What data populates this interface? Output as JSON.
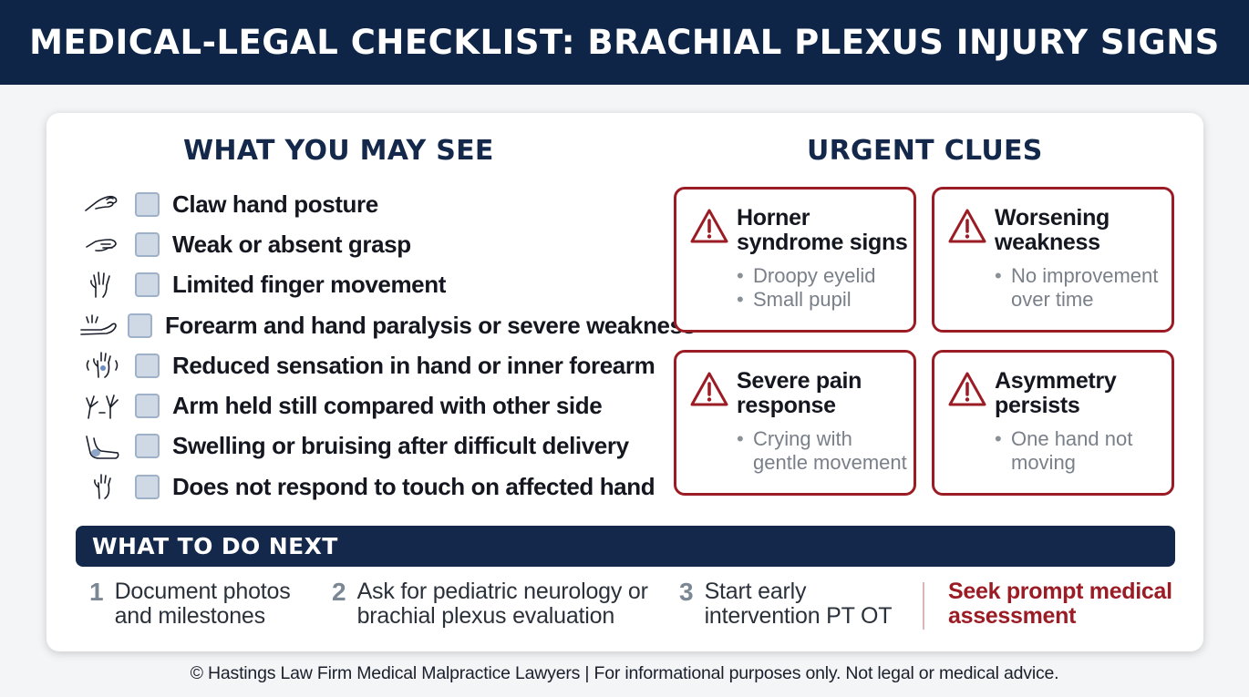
{
  "header": {
    "title": "MEDICAL-LEGAL CHECKLIST: BRACHIAL PLEXUS INJURY SIGNS"
  },
  "left": {
    "title": "WHAT YOU MAY SEE",
    "items": [
      {
        "icon": "claw-hand-icon",
        "label": "Claw hand posture"
      },
      {
        "icon": "weak-grasp-icon",
        "label": "Weak or absent grasp"
      },
      {
        "icon": "finger-movement-icon",
        "label": "Limited finger movement"
      },
      {
        "icon": "arm-paralysis-icon",
        "label": "Forearm and hand paralysis or severe weakness"
      },
      {
        "icon": "sensation-hand-icon",
        "label": "Reduced sensation in hand or inner forearm"
      },
      {
        "icon": "arms-comparison-icon",
        "label": "Arm held still compared with other side"
      },
      {
        "icon": "bruised-arm-icon",
        "label": "Swelling or bruising after difficult delivery"
      },
      {
        "icon": "touch-hand-icon",
        "label": "Does not respond to touch on affected hand"
      }
    ]
  },
  "right": {
    "title": "URGENT CLUES",
    "clues": [
      {
        "title": "Horner syndrome signs",
        "bullets": [
          "Droopy eyelid",
          "Small pupil"
        ]
      },
      {
        "title": "Worsening weakness",
        "bullets": [
          "No improvement over time"
        ]
      },
      {
        "title": "Severe pain response",
        "bullets": [
          "Crying with gentle movement"
        ]
      },
      {
        "title": "Asymmetry persists",
        "bullets": [
          "One hand not moving"
        ]
      }
    ]
  },
  "next": {
    "title": "WHAT TO DO NEXT",
    "steps": [
      {
        "num": "1",
        "text": "Document photos and milestones"
      },
      {
        "num": "2",
        "text": "Ask for pediatric neurology or brachial plexus evaluation"
      },
      {
        "num": "3",
        "text": "Start early intervention PT OT"
      }
    ],
    "urgent": "Seek prompt medical assessment"
  },
  "footer": "© Hastings Law Firm Medical Malpractice Lawyers | For informational purposes only. Not legal or medical advice.",
  "colors": {
    "navy": "#0f2547",
    "red": "#9b1c24",
    "checkbox": "#cfd9e6"
  }
}
